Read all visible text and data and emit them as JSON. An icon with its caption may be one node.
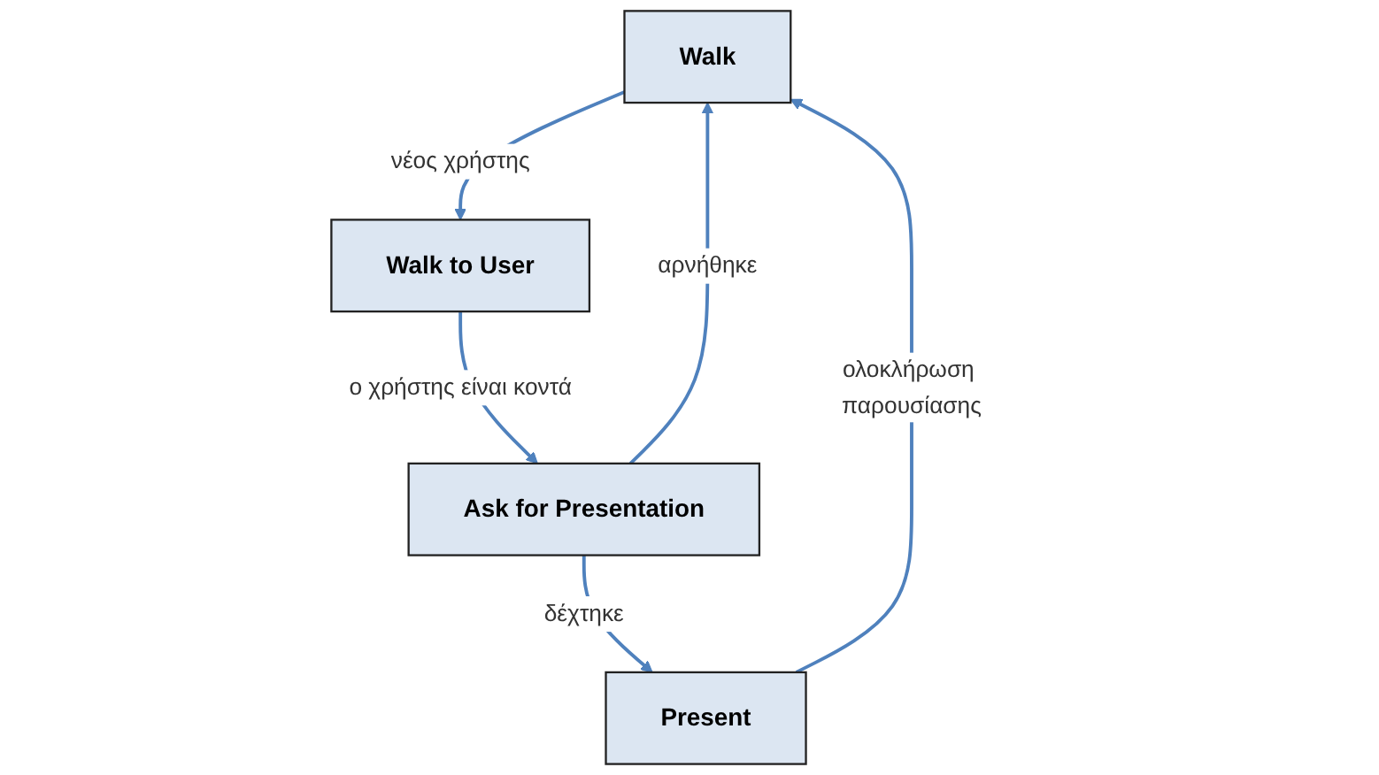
{
  "diagram": {
    "nodes": [
      {
        "text": [
          "Walk"
        ]
      },
      {
        "text": [
          "Walk to User"
        ]
      },
      {
        "text": [
          "Ask for Presentation"
        ]
      },
      {
        "text": [
          "Present"
        ]
      }
    ],
    "edges": [
      {
        "from": 0,
        "to": 1,
        "arrow": "to",
        "label": "νέος χρήστης"
      },
      {
        "from": 1,
        "to": 2,
        "arrow": "to",
        "label": "ο χρήστης είναι κοντά"
      },
      {
        "from": 2,
        "to": 3,
        "arrow": "to",
        "label": "δέχτηκε"
      },
      {
        "from": 2,
        "to": 0,
        "arrow": "to",
        "label": "αρνήθηκε"
      },
      {
        "from": 3,
        "to": 0,
        "arrow": "to",
        "label": "ολοκλήρωση παρουσίασης"
      }
    ]
  }
}
